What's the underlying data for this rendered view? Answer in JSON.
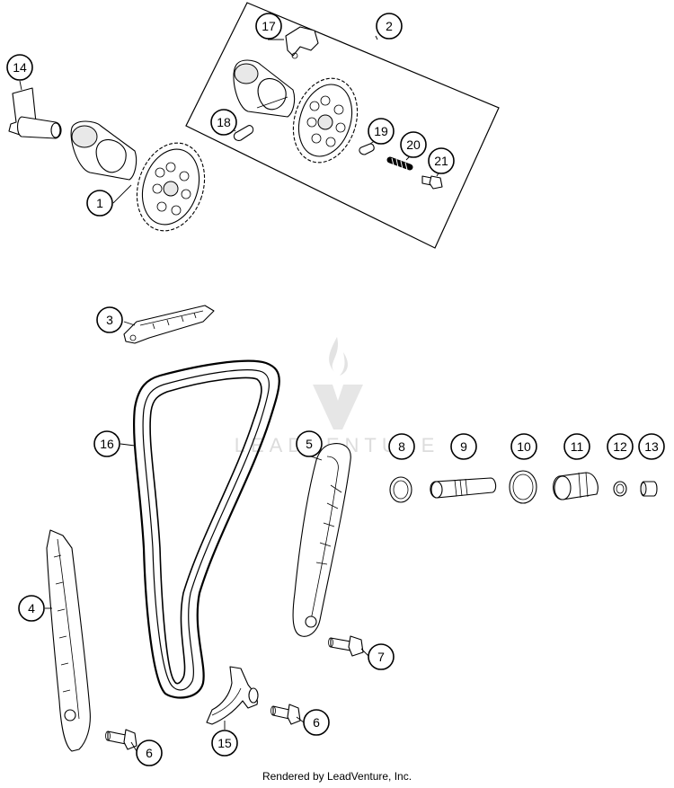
{
  "callouts": [
    {
      "label": "1"
    },
    {
      "label": "2"
    },
    {
      "label": "3"
    },
    {
      "label": "4"
    },
    {
      "label": "5"
    },
    {
      "label": "6"
    },
    {
      "label": "6"
    },
    {
      "label": "7"
    },
    {
      "label": "8"
    },
    {
      "label": "9"
    },
    {
      "label": "10"
    },
    {
      "label": "11"
    },
    {
      "label": "12"
    },
    {
      "label": "13"
    },
    {
      "label": "14"
    },
    {
      "label": "15"
    },
    {
      "label": "16"
    },
    {
      "label": "17"
    },
    {
      "label": "18"
    },
    {
      "label": "19"
    },
    {
      "label": "20"
    },
    {
      "label": "21"
    }
  ],
  "watermark": {
    "text": "LEADVENTURE"
  },
  "footer": {
    "text": "Rendered by LeadVenture, Inc."
  }
}
